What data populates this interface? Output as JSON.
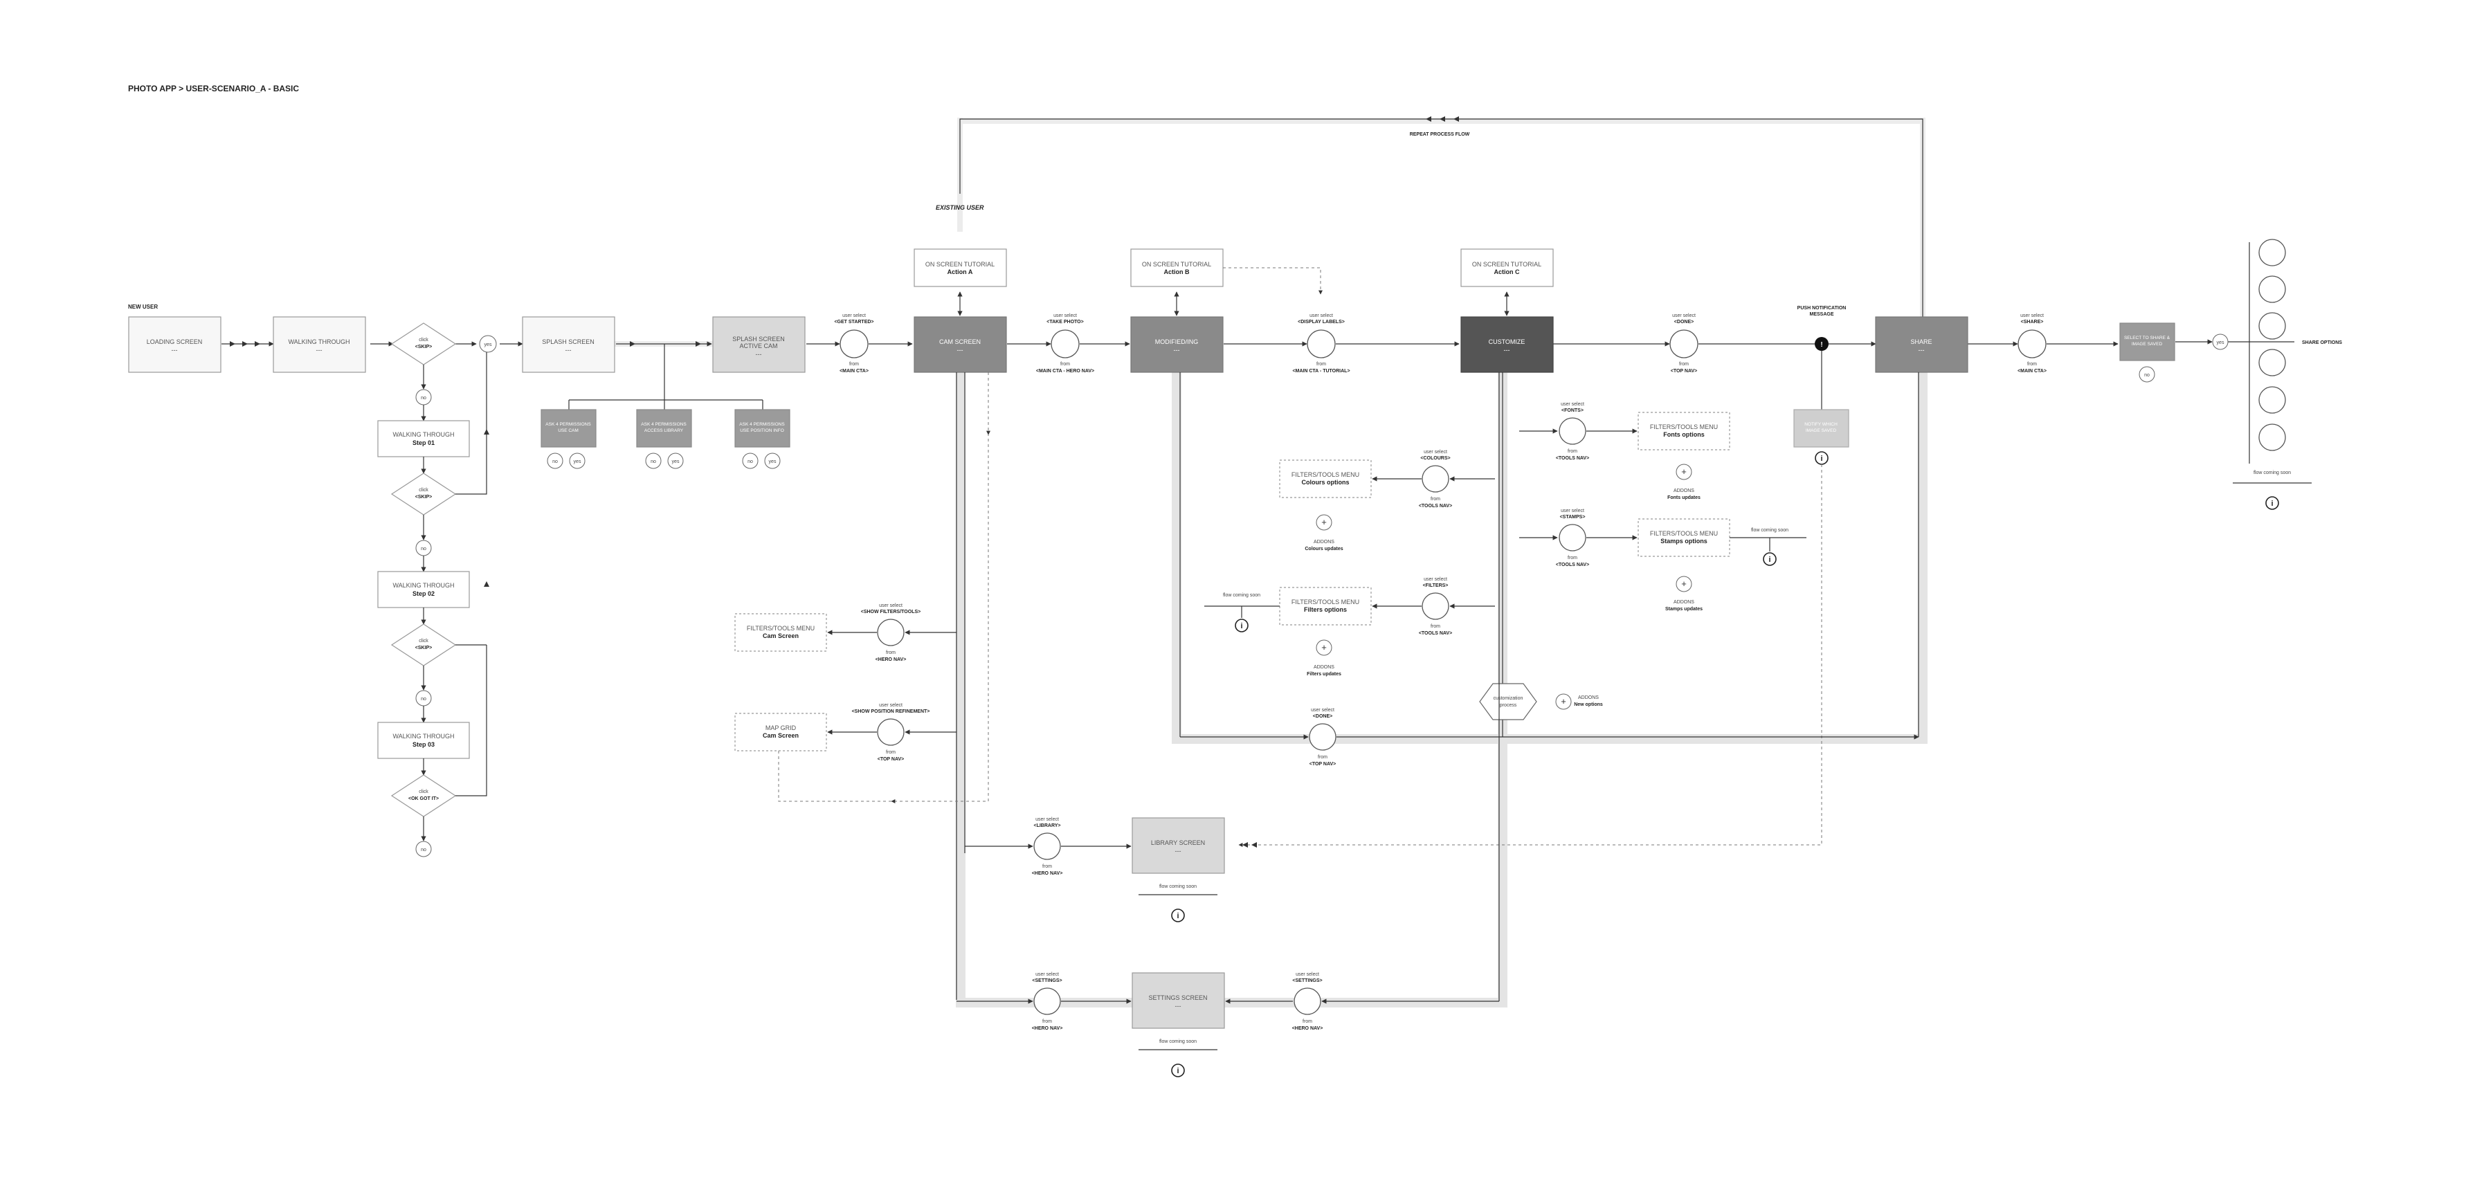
{
  "title": "PHOTO APP > USER-SCENARIO_A - BASIC",
  "labels": {
    "new_user": "NEW USER",
    "existing_user": "EXISTING USER",
    "repeat_process_flow": "REPEAT PROCESS FLOW",
    "push_notification_1": "PUSH NOTIFICATION",
    "push_notification_2": "MESSAGE",
    "share_options": "SHARE OPTIONS"
  },
  "screens": {
    "loading": {
      "label": "LOADING SCREEN",
      "sub": "---"
    },
    "walking_through": {
      "label": "WALKING THROUGH",
      "sub": "---"
    },
    "splash": {
      "label": "SPLASH SCREEN",
      "sub": "---"
    },
    "splash_active_1": "SPLASH SCREEN",
    "splash_active_2": "ACTIVE CAM",
    "splash_active_sub": "---",
    "cam": {
      "label": "CAM SCREEN",
      "sub": "---"
    },
    "modified": {
      "label": "MODIFIED/ING",
      "sub": "---"
    },
    "customize": {
      "label": "CUSTOMIZE",
      "sub": "---"
    },
    "share": {
      "label": "SHARE",
      "sub": "---"
    },
    "library": {
      "label": "LIBRARY SCREEN",
      "sub": "---"
    },
    "settings": {
      "label": "SETTINGS SCREEN",
      "sub": "---"
    },
    "ws_step1": {
      "label": "WALKING THROUGH",
      "step": "Step 01"
    },
    "ws_step2": {
      "label": "WALKING THROUGH",
      "step": "Step 02"
    },
    "ws_step3": {
      "label": "WALKING THROUGH",
      "step": "Step 03"
    }
  },
  "decisions": {
    "d1": {
      "l1": "click",
      "l2": "<SKIP>"
    },
    "d2": {
      "l1": "click",
      "l2": "<SKIP>"
    },
    "d3": {
      "l1": "click",
      "l2": "<SKIP>"
    },
    "d4": {
      "l1": "click",
      "l2": "<OK GOT IT>"
    }
  },
  "yes_no": {
    "yes": "yes",
    "no": "no"
  },
  "permissions": [
    {
      "l1": "ASK 4 PERMISSIONS",
      "l2": "USE CAM"
    },
    {
      "l1": "ASK 4 PERMISSIONS",
      "l2": "ACCESS LIBRARY"
    },
    {
      "l1": "ASK 4 PERMISSIONS",
      "l2": "USE POSITION INFO"
    }
  ],
  "tutorials": {
    "a": {
      "l1": "ON SCREEN TUTORIAL",
      "l2": "Action A"
    },
    "b": {
      "l1": "ON SCREEN TUTORIAL",
      "l2": "Action B"
    },
    "c": {
      "l1": "ON SCREEN TUTORIAL",
      "l2": "Action C"
    }
  },
  "selects": {
    "get_started": {
      "top": "user select",
      "cmd": "<GET STARTED>",
      "from": "from",
      "src": "<MAIN CTA>"
    },
    "take_photo": {
      "top": "user select",
      "cmd": "<TAKE PHOTO>",
      "from": "from",
      "src": "<MAIN CTA - HERO NAV>"
    },
    "display_labels": {
      "top": "user select",
      "cmd": "<DISPLAY LABELS>",
      "from": "from",
      "src": "<MAIN CTA - TUTORIAL>"
    },
    "done_top": {
      "top": "user select",
      "cmd": "<DONE>",
      "from": "from",
      "src": "<TOP NAV>"
    },
    "share": {
      "top": "user select",
      "cmd": "<SHARE>",
      "from": "from",
      "src": "<MAIN CTA>"
    },
    "fonts": {
      "top": "user select",
      "cmd": "<FONTS>",
      "from": "from",
      "src": "<TOOLS NAV>"
    },
    "colours": {
      "top": "user select",
      "cmd": "<COLOURS>",
      "from": "from",
      "src": "<TOOLS NAV>"
    },
    "stamps": {
      "top": "user select",
      "cmd": "<STAMPS>",
      "from": "from",
      "src": "<TOOLS NAV>"
    },
    "filters": {
      "top": "user select",
      "cmd": "<FILTERS>",
      "from": "from",
      "src": "<TOOLS NAV>"
    },
    "show_filters": {
      "top": "user select",
      "cmd": "<SHOW FILTERS/TOOLS>",
      "from": "from",
      "src": "<HERO NAV>"
    },
    "show_position": {
      "top": "user select",
      "cmd": "<SHOW POSITION REFINEMENT>",
      "from": "from",
      "src": "<TOP NAV>"
    },
    "done_bottom": {
      "top": "user select",
      "cmd": "<DONE>",
      "from": "from",
      "src": "<TOP NAV>"
    },
    "library": {
      "top": "user select",
      "cmd": "<LIBRARY>",
      "from": "from",
      "src": "<HERO NAV>"
    },
    "settings_left": {
      "top": "user select",
      "cmd": "<SETTINGS>",
      "from": "from",
      "src": "<HERO NAV>"
    },
    "settings_right": {
      "top": "user select",
      "cmd": "<SETTINGS>",
      "from": "from",
      "src": "<HERO NAV>"
    }
  },
  "menus": {
    "fonts": {
      "l1": "FILTERS/TOOLS MENU",
      "l2": "Fonts options"
    },
    "colours": {
      "l1": "FILTERS/TOOLS MENU",
      "l2": "Colours options"
    },
    "stamps": {
      "l1": "FILTERS/TOOLS MENU",
      "l2": "Stamps options"
    },
    "filters": {
      "l1": "FILTERS/TOOLS MENU",
      "l2": "Filters options"
    },
    "cam_filters": {
      "l1": "FILTERS/TOOLS MENU",
      "l2": "Cam Screen"
    },
    "map_grid": {
      "l1": "MAP GRID",
      "l2": "Cam Screen"
    }
  },
  "addons": {
    "fonts": {
      "l1": "ADDONS",
      "l2": "Fonts updates"
    },
    "colours": {
      "l1": "ADDONS",
      "l2": "Colours updates"
    },
    "stamps": {
      "l1": "ADDONS",
      "l2": "Stamps updates"
    },
    "filters": {
      "l1": "ADDONS",
      "l2": "Filters updates"
    },
    "new": {
      "l1": "ADDONS",
      "l2": "New options"
    }
  },
  "customization": {
    "l1": "customization",
    "l2": "process"
  },
  "flow_coming_soon": "flow coming soon",
  "pills": {
    "notify": {
      "l1": "NOTIFY WHICH",
      "l2": "IMAGE SAVED"
    },
    "select_pill": {
      "l1": "SELECT TO SHARE &",
      "l2": "IMAGE SAVED"
    }
  }
}
